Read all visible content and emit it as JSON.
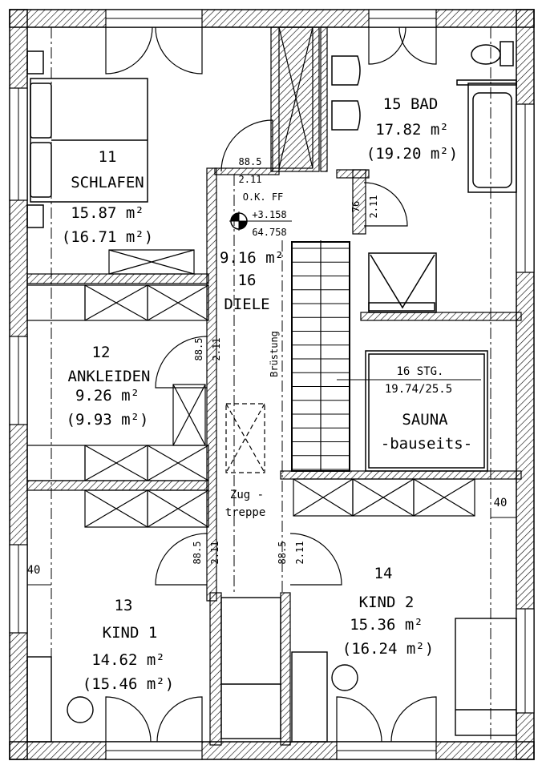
{
  "rooms": {
    "schlafen": {
      "number": "11",
      "name": "SCHLAFEN",
      "area": "15.87 m²",
      "area_total": "(16.71 m²)"
    },
    "bad": {
      "number": "15 BAD",
      "area": "17.82 m²",
      "area_total": "(19.20 m²)"
    },
    "ankleiden": {
      "number": "12",
      "name": "ANKLEIDEN",
      "area": "9.26 m²",
      "area_total": "(9.93 m²)"
    },
    "diele": {
      "area": "9.16 m²",
      "number": "16",
      "name": "DIELE"
    },
    "sauna": {
      "name": "SAUNA",
      "note": "-bauseits-"
    },
    "kind1": {
      "number": "13",
      "name": "KIND 1",
      "area": "14.62 m²",
      "area_total": "(15.46 m²)"
    },
    "kind2": {
      "number": "14",
      "name": "KIND 2",
      "area": "15.36 m²",
      "area_total": "(16.24 m²)"
    }
  },
  "stairs": {
    "steps": "16 STG.",
    "ratio": "19.74/25.5"
  },
  "level_marker": {
    "label": "O.K. FF",
    "relative": "+3.158",
    "absolute": "64.758"
  },
  "attic_stair": {
    "line1": "Zug -",
    "line2": "treppe"
  },
  "railing": "Brüstung",
  "door_dims": {
    "d1_w": "88.5",
    "d1_h": "2.11",
    "d2_w": "76",
    "d2_h": "2.11",
    "d3_w": "88.5",
    "d3_h": "2.11",
    "d4_w": "88.5",
    "d4_h": "2.11",
    "d5_w": "88.5",
    "d5_h": "2.11"
  },
  "wall_dims": {
    "left": "40",
    "right": "40"
  },
  "colors": {
    "line": "#000000",
    "hatch": "#000000",
    "background": "#ffffff"
  }
}
